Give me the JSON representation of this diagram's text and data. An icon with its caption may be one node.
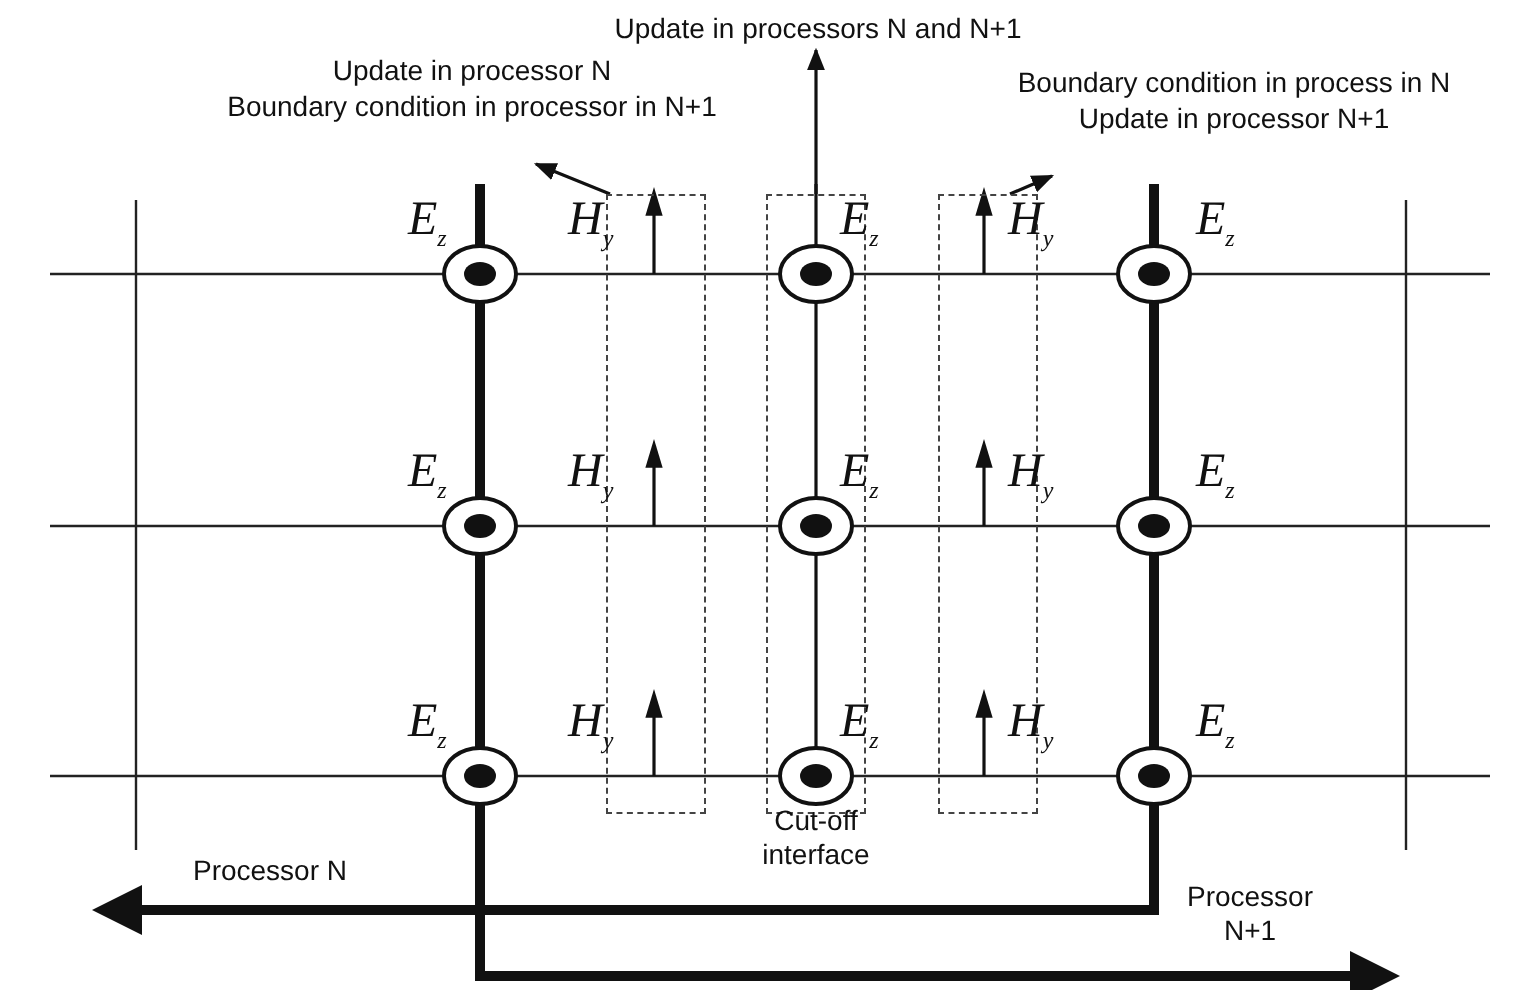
{
  "diagram": {
    "nodes": [
      {
        "text": [
          "Update in processors N and N+1"
        ]
      },
      {
        "text": [
          "Update in processor N",
          "Boundary condition in processor in N+1"
        ]
      },
      {
        "text": [
          "Boundary condition in process in N",
          "Update in processor N+1"
        ]
      },
      {
        "text": [],
        "shape": "box"
      },
      {
        "text": [],
        "shape": "box"
      },
      {
        "text": [],
        "shape": "box"
      }
    ],
    "edges": [
      {
        "from": 3,
        "to": 1,
        "arrow": "to"
      },
      {
        "from": 4,
        "to": 0,
        "arrow": "to"
      },
      {
        "from": 5,
        "to": 2,
        "arrow": "to"
      }
    ],
    "labels": [
      "E$_{z}$",
      "H$_{y}$",
      "E$_{z}$",
      "H$_{y}$",
      "E$_{z}$",
      "E$_{z}$",
      "H$_{y}$",
      "E$_{z}$",
      "H$_{y}$",
      "E$_{z}$",
      "E$_{z}$",
      "H$_{y}$",
      "E$_{z}$",
      "H$_{y}$",
      "E$_{z}$",
      "Cut-off interface",
      "Processor N",
      "Processor N+1"
    ]
  }
}
